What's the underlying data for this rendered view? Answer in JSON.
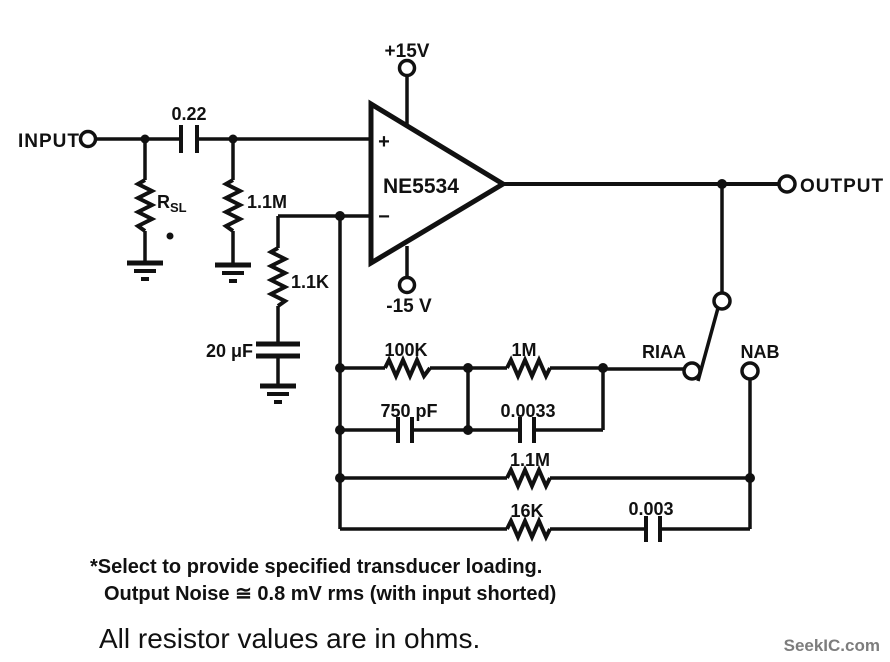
{
  "terminals": {
    "input": "INPUT",
    "output": "OUTPUT",
    "v_plus": "+15V",
    "v_minus": "-15 V",
    "riaa": "RIAA",
    "nab": "NAB"
  },
  "opamp": {
    "part_number": "NE5534",
    "noninverting_sign": "+",
    "inverting_sign": "−"
  },
  "components": {
    "input_coupling_cap": "0.22",
    "source_load_resistor": {
      "name": "R",
      "sub": "SL"
    },
    "input_bias_resistor": "1.1M",
    "gain_set_resistor": "1.1K",
    "bypass_cap": "20 μF",
    "riaa_resistor_1": "100K",
    "riaa_resistor_2": "1M",
    "riaa_cap_1": "750 pF",
    "riaa_cap_2": "0.0033",
    "nab_resistor_1": "1.1M",
    "nab_resistor_2": "16K",
    "nab_cap": "0.003"
  },
  "notes": {
    "select_note": "*Select to provide specified transducer loading.",
    "noise_note": "Output Noise ≅ 0.8 mV rms (with input shorted)",
    "values_note": "All resistor values are in ohms."
  },
  "watermark": "SeekIC.com",
  "colors": {
    "ink": "#111111",
    "watermark": "#7d7d7d",
    "background": "#ffffff"
  }
}
